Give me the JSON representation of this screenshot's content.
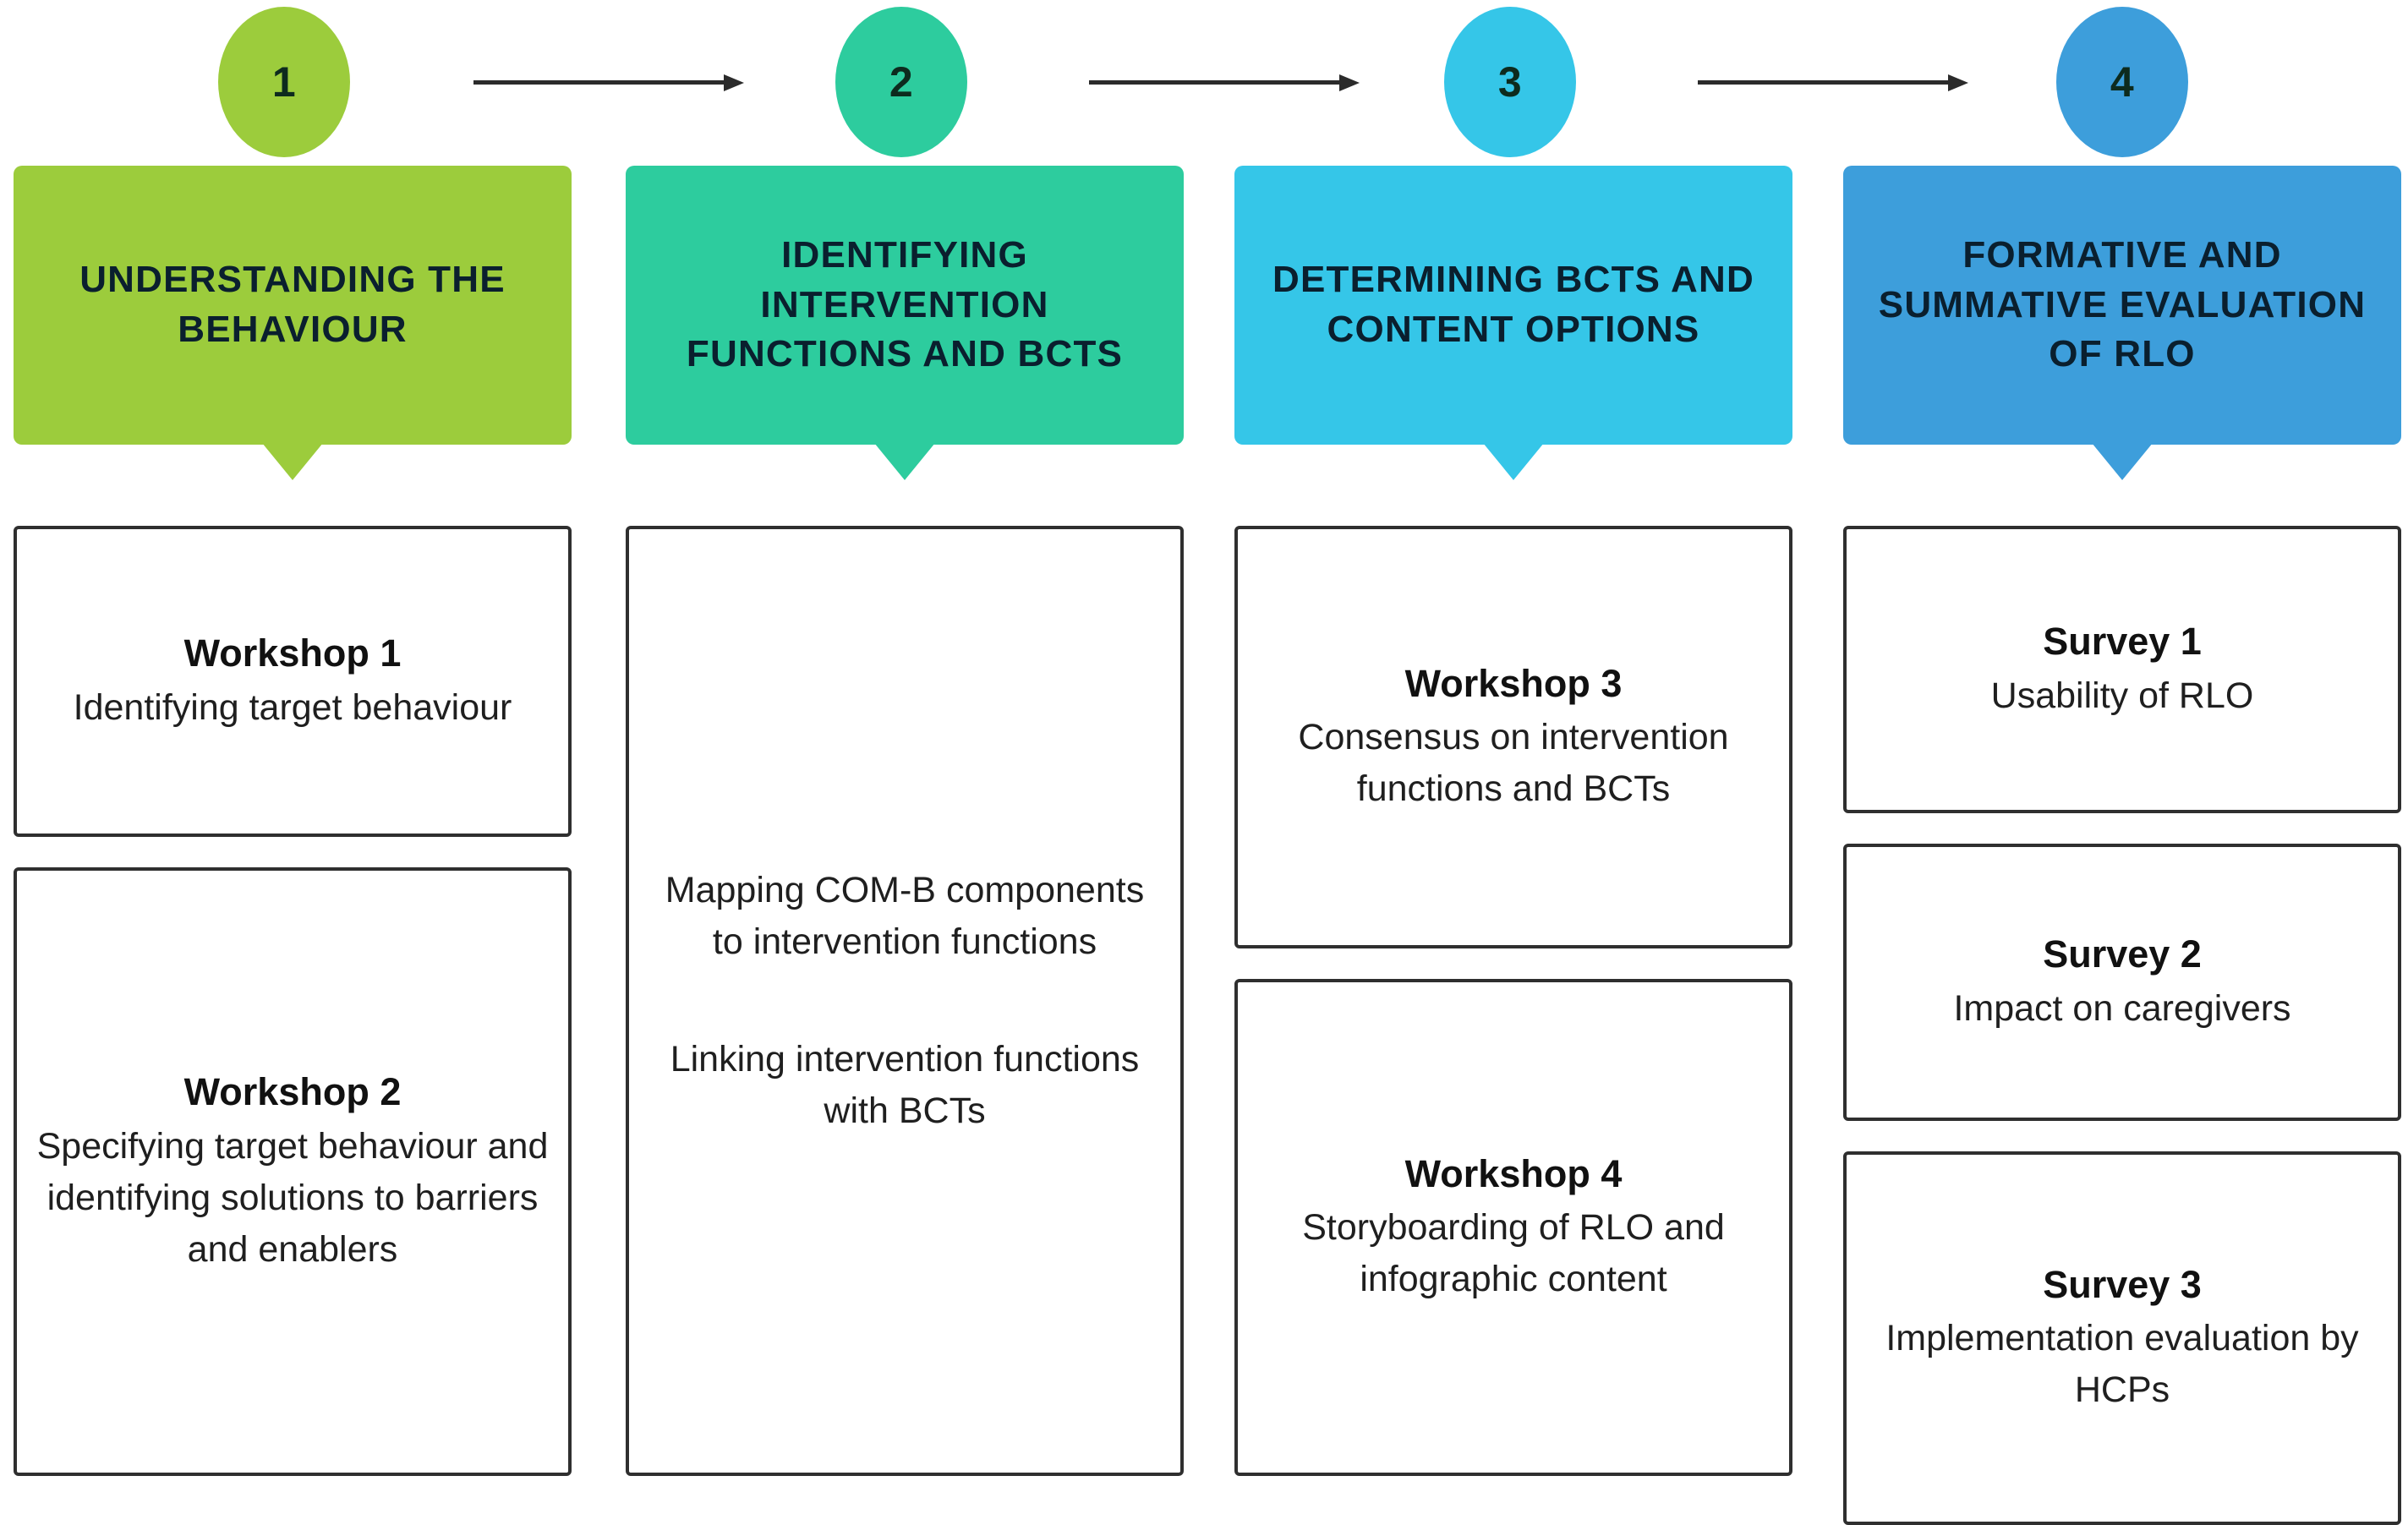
{
  "steps": [
    {
      "number": "1",
      "color": "#9CCC3C"
    },
    {
      "number": "2",
      "color": "#2DCC9E"
    },
    {
      "number": "3",
      "color": "#35C6E8"
    },
    {
      "number": "4",
      "color": "#3D9EDB"
    }
  ],
  "columns": [
    {
      "header": "UNDERSTANDING THE BEHAVIOUR",
      "color": "#9CCC3C",
      "cards": [
        {
          "title": "Workshop 1",
          "body": "Identifying target behaviour"
        },
        {
          "title": "Workshop 2",
          "body": "Specifying target behaviour and identifying solutions to barriers and enablers"
        }
      ]
    },
    {
      "header": "IDENTIFYING INTERVENTION FUNCTIONS AND BCTS",
      "color": "#2DCC9E",
      "cards": [
        {
          "title": "",
          "paragraphs": [
            "Mapping COM-B components to intervention functions",
            "Linking intervention functions with BCTs"
          ]
        }
      ]
    },
    {
      "header": "DETERMINING BCTS AND CONTENT OPTIONS",
      "color": "#35C6E8",
      "cards": [
        {
          "title": "Workshop 3",
          "body": "Consensus on intervention functions and BCTs"
        },
        {
          "title": "Workshop 4",
          "body": "Storyboarding of RLO and infographic content"
        }
      ]
    },
    {
      "header": "FORMATIVE AND SUMMATIVE EVALUATION OF RLO",
      "color": "#3D9EDB",
      "cards": [
        {
          "title": "Survey 1",
          "body": "Usability of RLO"
        },
        {
          "title": "Survey 2",
          "body": "Impact on caregivers"
        },
        {
          "title": "Survey 3",
          "body": "Implementation evaluation by HCPs"
        }
      ]
    }
  ]
}
